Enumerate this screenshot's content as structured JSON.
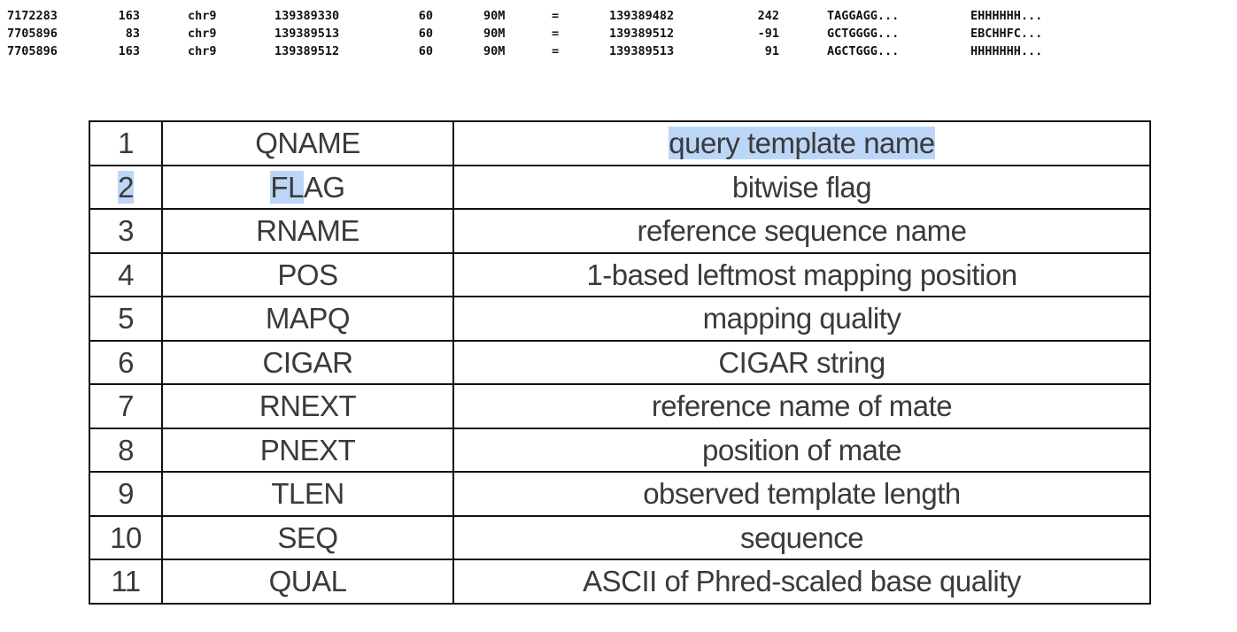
{
  "records": [
    [
      "7172283",
      "163",
      "chr9",
      "139389330",
      "60",
      "90M",
      "=",
      "139389482",
      "242",
      "TAGGAGG...",
      "EHHHHHH..."
    ],
    [
      "7705896",
      "83",
      "chr9",
      "139389513",
      "60",
      "90M",
      "=",
      "139389512",
      "-91",
      "GCTGGGG...",
      "EBCHHFC..."
    ],
    [
      "7705896",
      "163",
      "chr9",
      "139389512",
      "60",
      "90M",
      "=",
      "139389513",
      "91",
      "AGCTGGG...",
      "HHHHHHH..."
    ]
  ],
  "fields": [
    {
      "num": "1",
      "name": "QNAME",
      "desc": "query template name"
    },
    {
      "num": "2",
      "name": "FLAG",
      "desc": "bitwise flag"
    },
    {
      "num": "3",
      "name": "RNAME",
      "desc": "reference sequence name"
    },
    {
      "num": "4",
      "name": "POS",
      "desc": "1-based leftmost mapping position"
    },
    {
      "num": "5",
      "name": "MAPQ",
      "desc": "mapping quality"
    },
    {
      "num": "6",
      "name": "CIGAR",
      "desc": "CIGAR string"
    },
    {
      "num": "7",
      "name": "RNEXT",
      "desc": "reference name of mate"
    },
    {
      "num": "8",
      "name": "PNEXT",
      "desc": "position of mate"
    },
    {
      "num": "9",
      "name": "TLEN",
      "desc": "observed template length"
    },
    {
      "num": "10",
      "name": "SEQ",
      "desc": "sequence"
    },
    {
      "num": "11",
      "name": "QUAL",
      "desc": "ASCII of Phred-scaled base quality"
    }
  ],
  "selection": {
    "color": "#bcd6f7",
    "flag_selected_part": "FL",
    "flag_unselected_part": "AG"
  }
}
